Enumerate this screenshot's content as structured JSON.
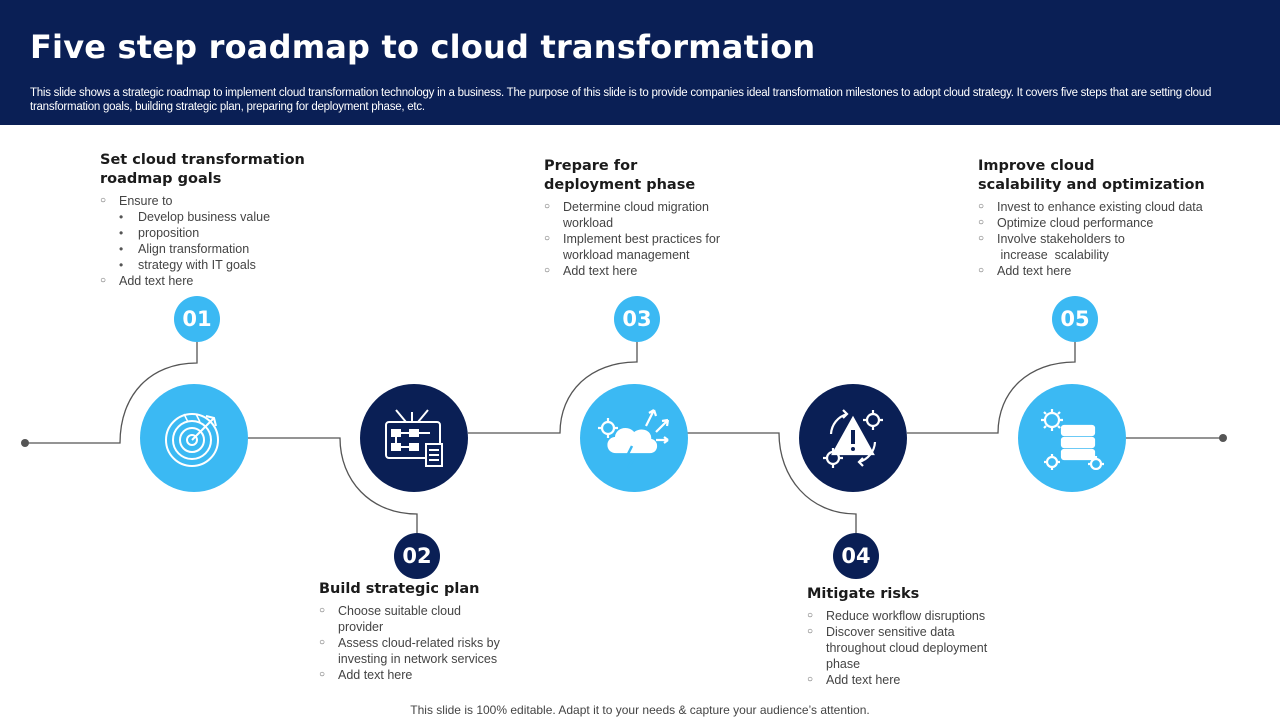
{
  "header": {
    "title": "Five step roadmap to cloud transformation",
    "subtitle": "This slide shows a strategic roadmap to implement cloud transformation technology in a business. The purpose of this slide is to provide companies ideal transformation milestones to adopt cloud strategy. It covers five steps that are setting cloud transformation goals, building strategic plan, preparing for deployment phase, etc."
  },
  "colors": {
    "navy": "#0a1f55",
    "accent": "#3bb9f3",
    "line": "#555555"
  },
  "steps": [
    {
      "number": "01",
      "icon": "target-radar-icon",
      "title_lines": [
        "Set cloud transformation",
        "roadmap goals"
      ],
      "bullets": [
        "Ensure to",
        "Develop  business value",
        "proposition",
        "Align transformation",
        "strategy with IT goals",
        "Add text here"
      ]
    },
    {
      "number": "02",
      "icon": "strategy-board-icon",
      "title_lines": [
        "Build strategic plan"
      ],
      "bullets": [
        "Choose suitable cloud",
        "provider",
        "Assess cloud-related  risks by",
        "investing  in network services",
        "Add text here"
      ]
    },
    {
      "number": "03",
      "icon": "cloud-gear-icon",
      "title_lines": [
        "Prepare for",
        "deployment phase"
      ],
      "bullets": [
        "Determine  cloud migration",
        "workload",
        "Implement  best practices for",
        "workload  management",
        "Add text here"
      ]
    },
    {
      "number": "04",
      "icon": "risk-warning-icon",
      "title_lines": [
        "Mitigate risks"
      ],
      "bullets": [
        "Reduce workflow  disruptions",
        "Discover sensitive data",
        "throughout  cloud deployment",
        "phase",
        "Add text here"
      ]
    },
    {
      "number": "05",
      "icon": "server-gears-icon",
      "title_lines": [
        "Improve cloud",
        "scalability and optimization"
      ],
      "bullets": [
        "Invest  to enhance existing cloud data",
        "Optimize cloud performance",
        "Involve   stakeholders to",
        " increase  scalability",
        "Add text here"
      ]
    }
  ],
  "footer": "This slide is 100% editable. Adapt it to your needs & capture your audience’s attention."
}
